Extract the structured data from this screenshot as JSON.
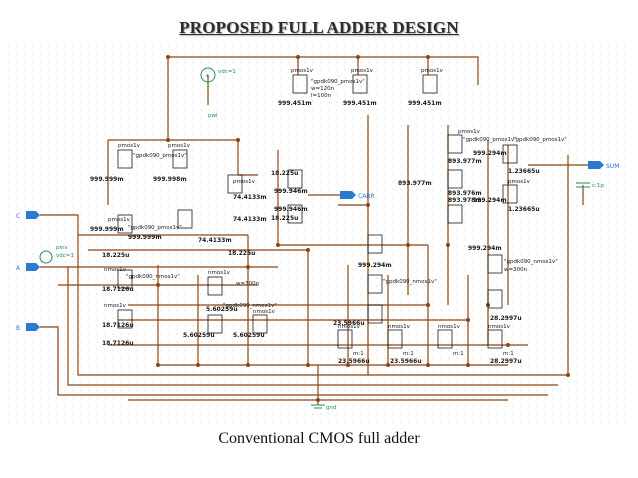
{
  "slide": {
    "title": "PROPOSED FULL ADDER DESIGN",
    "caption": "Conventional CMOS full adder"
  },
  "schematic": {
    "supply": {
      "label": "vdc=1",
      "name": "pwl"
    },
    "ground": {
      "name": "gnd"
    },
    "sources": [
      {
        "name": "pinv",
        "label": "vdc=1"
      }
    ],
    "input_pins": [
      "C",
      "A",
      "B"
    ],
    "output_pins": [
      "CARR",
      "SUM"
    ],
    "capacitor_label": "c:1p",
    "colors": {
      "wire": "#8b4513",
      "pin": "#2a7ad0",
      "node": "#8b4513",
      "label": "#1a1a1a"
    },
    "voltages": [
      "999.451m",
      "999.451m",
      "999.451m",
      "999.999m",
      "999.998m",
      "999.999m",
      "999.999m",
      "74.4133m",
      "74.4133m",
      "74.4133m",
      "18.225u",
      "18.225u",
      "18.225u",
      "18.225u",
      "999.946m",
      "999.946m",
      "893.977m",
      "893.977m",
      "893.976m",
      "893.978m",
      "999.294m",
      "999.294m",
      "999.294m",
      "1.23665u",
      "1.23665u",
      "999.294m",
      "18.7126u",
      "18.7126u",
      "18.7126u",
      "5.60259u",
      "5.60259u",
      "5.60259u",
      "23.5966u",
      "23.5966u",
      "23.5966u",
      "28.2997u",
      "28.2997u"
    ],
    "device_labels": [
      "pmos1v",
      "nmos1v",
      "\"gpdk090_pmos1v\"",
      "\"gpdk090_nmos1v\"",
      "w=120n",
      "w=300n",
      "l=100n",
      "m:1"
    ]
  }
}
